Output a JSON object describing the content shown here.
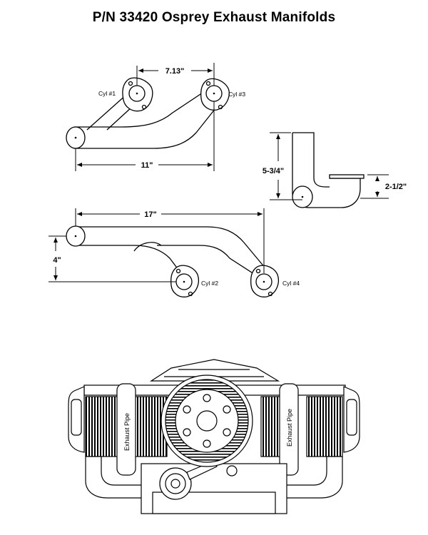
{
  "title": "P/N 33420 Osprey Exhaust Manifolds",
  "top_manifold": {
    "cyl_a_label": "Cyl #1",
    "cyl_b_label": "Cyl #3",
    "flange_spacing": "7.13\"",
    "overall_length": "11\""
  },
  "side_view": {
    "height": "5-3/4\"",
    "flange_height": "2-1/2\""
  },
  "bottom_manifold": {
    "overall_length": "17\"",
    "offset": "4\"",
    "cyl_a_label": "Cyl #2",
    "cyl_b_label": "Cyl #4"
  },
  "engine": {
    "left_pipe_label": "Exhaust Pipe",
    "right_pipe_label": "Exhaust Pipe"
  }
}
